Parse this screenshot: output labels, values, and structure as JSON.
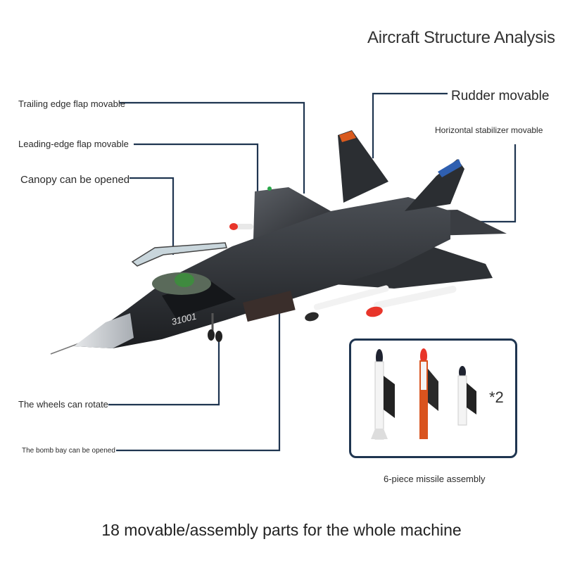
{
  "title": "Aircraft Structure Analysis",
  "labels": {
    "trailing_edge_flap": "Trailing edge flap movable",
    "leading_edge_flap": "Leading-edge flap movable",
    "canopy": "Canopy can be opened",
    "wheels": "The wheels can rotate",
    "bomb_bay": "The bomb bay can be opened",
    "rudder": "Rudder movable",
    "horizontal_stabilizer": "Horizontal stabilizer movable"
  },
  "aircraft_marking": "31001",
  "missile_box": {
    "multiplier": "*2",
    "caption": "6-piece missile assembly"
  },
  "bottom_text": "18 movable/assembly parts for the whole machine",
  "colors": {
    "leader_line": "#1f3550",
    "fuselage": "#2a2d31",
    "nose": "#c8ccd0",
    "missile_tip_red": "#e8352a",
    "missile_body": "#f2f2f2",
    "missile_orange": "#d9531e"
  }
}
